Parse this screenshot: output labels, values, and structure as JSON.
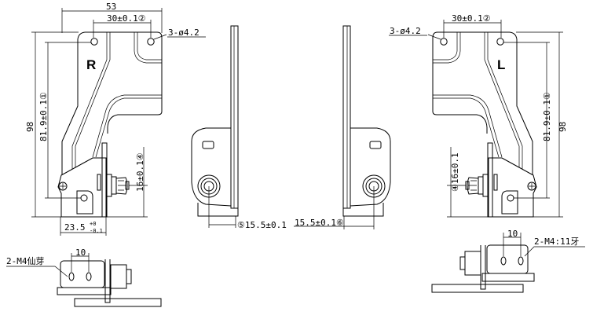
{
  "title": "Hinge assembly drawing (R / L)",
  "right_hand_view": {
    "side_label": "R",
    "overall_width": "53",
    "hole_spacing": "30±0.1②",
    "hole_callout": "3-ø4.2",
    "overall_height": "98",
    "hole_height": "81.9±0.1①",
    "pivot_height": "16±0.1④",
    "base_width": "23.5",
    "base_tol_upper": "+0",
    "base_tol_lower": "-0.1"
  },
  "left_hand_view": {
    "side_label": "L",
    "hole_spacing": "30±0.1②",
    "hole_callout": "3-ø4.2",
    "overall_height": "98",
    "hole_height": "81.9±0.1①",
    "pivot_height": "④16±0.1"
  },
  "side_views": {
    "left_offset": "⑤15.5±0.1",
    "right_offset": "15.5±0.1⑥"
  },
  "bottom_views": {
    "left_thread_callout": "2-M4仙芽",
    "left_spacing": "10",
    "right_thread_callout": "2-M4:11牙",
    "right_spacing": "10"
  }
}
